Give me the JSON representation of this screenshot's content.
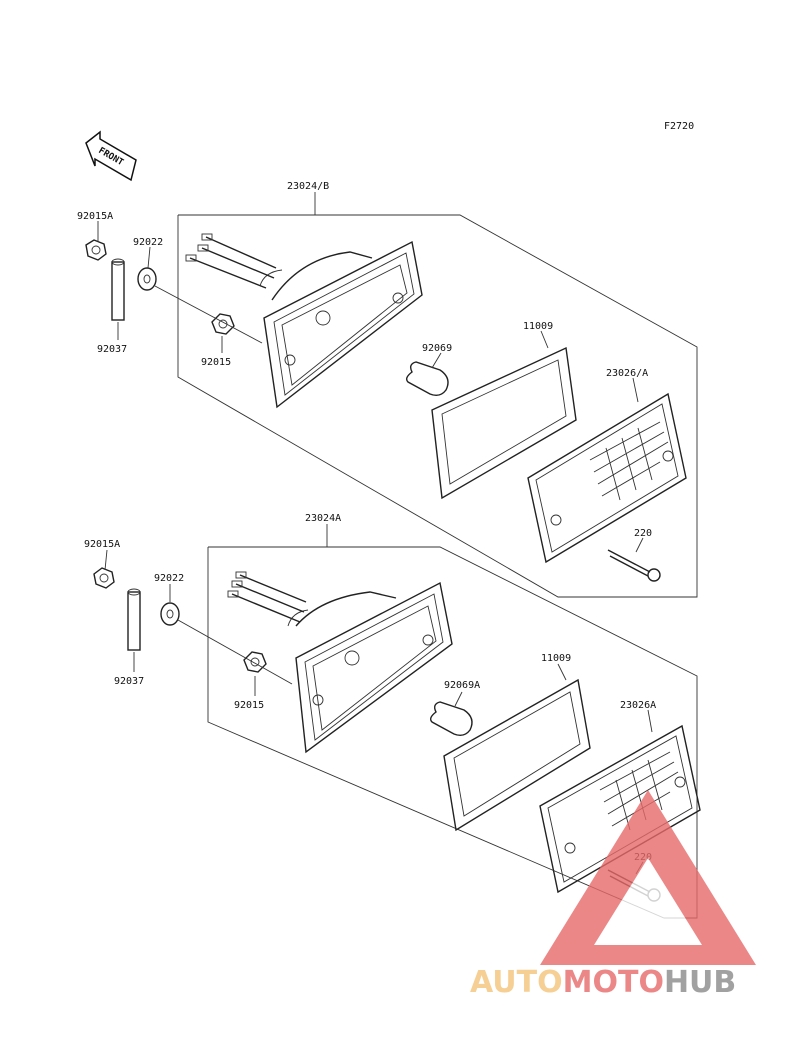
{
  "figure_code": "F2720",
  "front_label": "FRONT",
  "watermark": {
    "part1": "AUTO",
    "part2": "MOTO",
    "part3": "HUB",
    "color_orange": "#f4c47a",
    "color_red": "#e86a6a",
    "color_gray": "#8a8a8a"
  },
  "upper_assembly": {
    "housing": "23024/B",
    "nut_a": "92015A",
    "washer": "92022",
    "collar": "92037",
    "nut": "92015",
    "bulb": "92069",
    "gasket": "11009",
    "lens": "23026/A",
    "screw": "220"
  },
  "lower_assembly": {
    "housing": "23024A",
    "nut_a": "92015A",
    "washer": "92022",
    "collar": "92037",
    "nut": "92015",
    "bulb": "92069A",
    "gasket": "11009",
    "lens": "23026A",
    "screw": "220"
  }
}
